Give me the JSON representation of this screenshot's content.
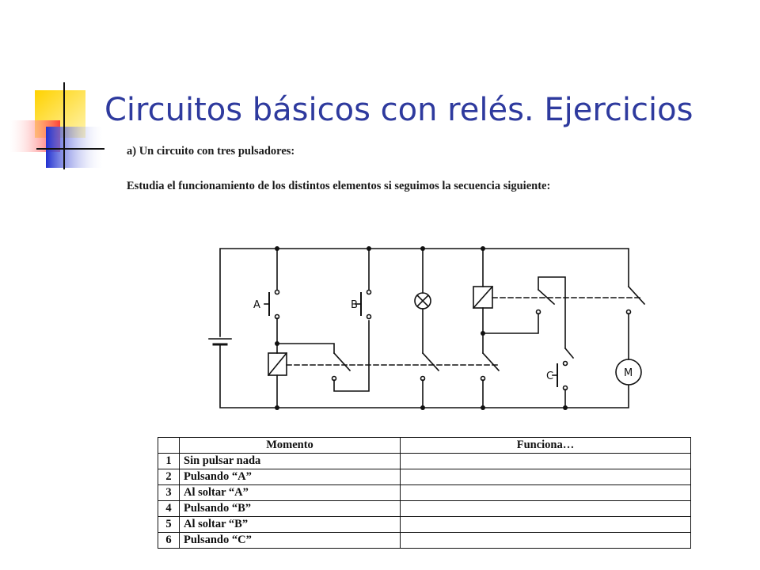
{
  "slide": {
    "title": "Circuitos básicos con relés. Ejercicios",
    "accent_color": "#2e3a9e",
    "decoration_colors": [
      "#ffd200",
      "#ff4a4a",
      "#3040d0"
    ]
  },
  "exercise": {
    "heading": "a) Un circuito con tres pulsadores:",
    "instruction": "Estudia el funcionamiento de los distintos elementos si seguimos la secuencia siguiente:"
  },
  "circuit": {
    "labels": {
      "button_a": "A",
      "button_b": "B",
      "button_c": "C",
      "motor": "M"
    }
  },
  "table": {
    "columns": [
      "",
      "Momento",
      "Funciona…"
    ],
    "rows": [
      {
        "num": "1",
        "moment": "Sin pulsar nada",
        "result": ""
      },
      {
        "num": "2",
        "moment": "Pulsando  “A”",
        "result": ""
      },
      {
        "num": "3",
        "moment": "Al soltar “A”",
        "result": ""
      },
      {
        "num": "4",
        "moment": "Pulsando “B”",
        "result": ""
      },
      {
        "num": "5",
        "moment": "Al soltar “B”",
        "result": ""
      },
      {
        "num": "6",
        "moment": "Pulsando “C”",
        "result": ""
      }
    ]
  }
}
